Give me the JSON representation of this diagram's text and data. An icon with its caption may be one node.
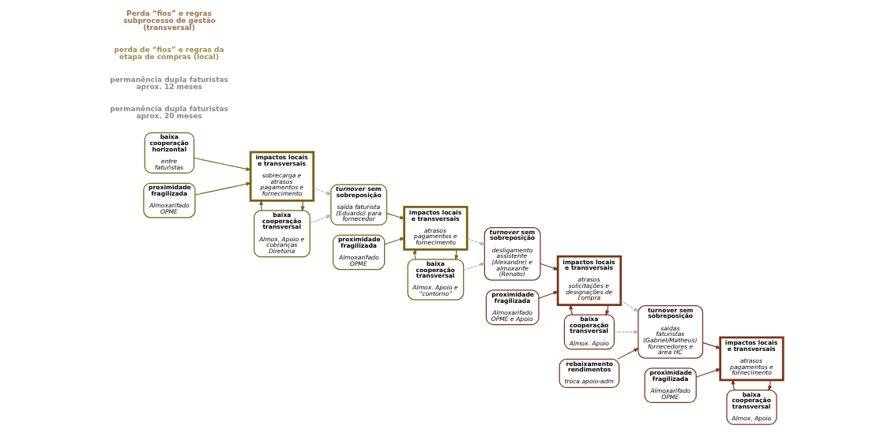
{
  "diagram": {
    "nodes": [
      {
        "text": [
          "baixa cooperação horizontal",
          "entre faturistas"
        ]
      },
      {
        "text": [
          "baixa cooperação transversal",
          "Almox. Apoio e cobranças Diretoria"
        ]
      },
      {
        "text": [
          "proximidade fragilizada",
          "Almoxarifado OPME"
        ]
      },
      {
        "text": [
          "impactos locais e transversais",
          "sobrecarga e atrasos pagamentos e fornecimento"
        ]
      },
      {
        "text": [
          "*turnover* sem sobreposição",
          "saída faturista (Eduardo) para fornecedor"
        ]
      },
      {
        "text": [
          "baixa cooperação transversal",
          "Almox. Apoio e “contorno”"
        ]
      },
      {
        "text": [
          "proximidade fragilizada",
          "Almoxarifado OPME"
        ]
      },
      {
        "text": [
          "impactos locais e transversais",
          "atrasos pagamentos e fornecimento"
        ]
      },
      {
        "text": [
          "*turnover* sem sobreposição",
          "desligamento assistente (Alexandre) e almoxarife (Renato)"
        ]
      },
      {
        "text": [
          "baixa cooperação transversal",
          "Almox. Apoio"
        ]
      },
      {
        "text": [
          "proximidade fragilizada",
          "Almoxarifado OPME e Apoio"
        ]
      },
      {
        "text": [
          "impactos locais e transversais",
          "atrasos solicitações e designações de compra"
        ]
      },
      {
        "text": [
          "rebaixamento rendimentos",
          "troca apoio-adm"
        ]
      },
      {
        "text": [
          "turnover sem sobreposição",
          "saídas faturistas (Gabriel/Matheus) fornecedores e área HC"
        ]
      },
      {
        "text": [
          "baixa cooperação transversal",
          "Almox. Apoio"
        ]
      },
      {
        "text": [
          "proximidade fragilizada",
          "Almoxarifado OPME"
        ]
      },
      {
        "text": [
          "impactos locais e transversais",
          "atrasos pagamentos e fornecimento"
        ]
      }
    ],
    "edges": [
      {
        "from": 0,
        "to": 3,
        "arrow": "to",
        "color": "#7a6012"
      },
      {
        "from": 2,
        "to": 3,
        "arrow": "to",
        "color": "#7a6012"
      },
      {
        "from": 3,
        "to": 1,
        "arrow": "to",
        "color": "#7a6012"
      },
      {
        "from": 1,
        "to": 3,
        "arrow": "to",
        "color": "#7a6012"
      },
      {
        "from": 1,
        "to": 4,
        "arrow": "to",
        "style": "dashed",
        "color": "#b0b0b0"
      },
      {
        "from": 3,
        "to": 4,
        "arrow": "to",
        "style": "dashed",
        "color": "#b0b0b0"
      },
      {
        "from": 4,
        "to": 7,
        "arrow": "to",
        "color": "#7a6012"
      },
      {
        "from": 6,
        "to": 7,
        "arrow": "to",
        "color": "#7a6012"
      },
      {
        "from": 7,
        "to": 5,
        "arrow": "to",
        "color": "#7a6012"
      },
      {
        "from": 5,
        "to": 7,
        "arrow": "to",
        "color": "#7a6012"
      },
      {
        "from": 5,
        "to": 8,
        "arrow": "to",
        "style": "dashed",
        "color": "#b0b0b0"
      },
      {
        "from": 7,
        "to": 8,
        "arrow": "to",
        "style": "dashed",
        "color": "#b0b0b0"
      },
      {
        "from": 8,
        "to": 11,
        "arrow": "to"
      },
      {
        "from": 10,
        "to": 11,
        "arrow": "to"
      },
      {
        "from": 11,
        "to": 9,
        "arrow": "to"
      },
      {
        "from": 9,
        "to": 11,
        "arrow": "to"
      },
      {
        "from": 9,
        "to": 13,
        "arrow": "to",
        "style": "dashed",
        "color": "#b0b0b0"
      },
      {
        "from": 11,
        "to": 13,
        "arrow": "to",
        "style": "dashed",
        "color": "#b0b0b0"
      },
      {
        "from": 12,
        "to": 13,
        "arrow": "to"
      },
      {
        "from": 13,
        "to": 16,
        "arrow": "to"
      },
      {
        "from": 15,
        "to": 16,
        "arrow": "to"
      },
      {
        "from": 16,
        "to": 14,
        "arrow": "to"
      },
      {
        "from": 14,
        "to": 16,
        "arrow": "to"
      }
    ],
    "labels": [
      "permanência dupla faturistas aprox. 20 meses",
      "permanência dupla faturistas aprox. 12 meses",
      "perda de “fios” e regras da etapa de compras (local)",
      "Perda “fios” e regras subprocesso de gestão (transversal)"
    ]
  }
}
